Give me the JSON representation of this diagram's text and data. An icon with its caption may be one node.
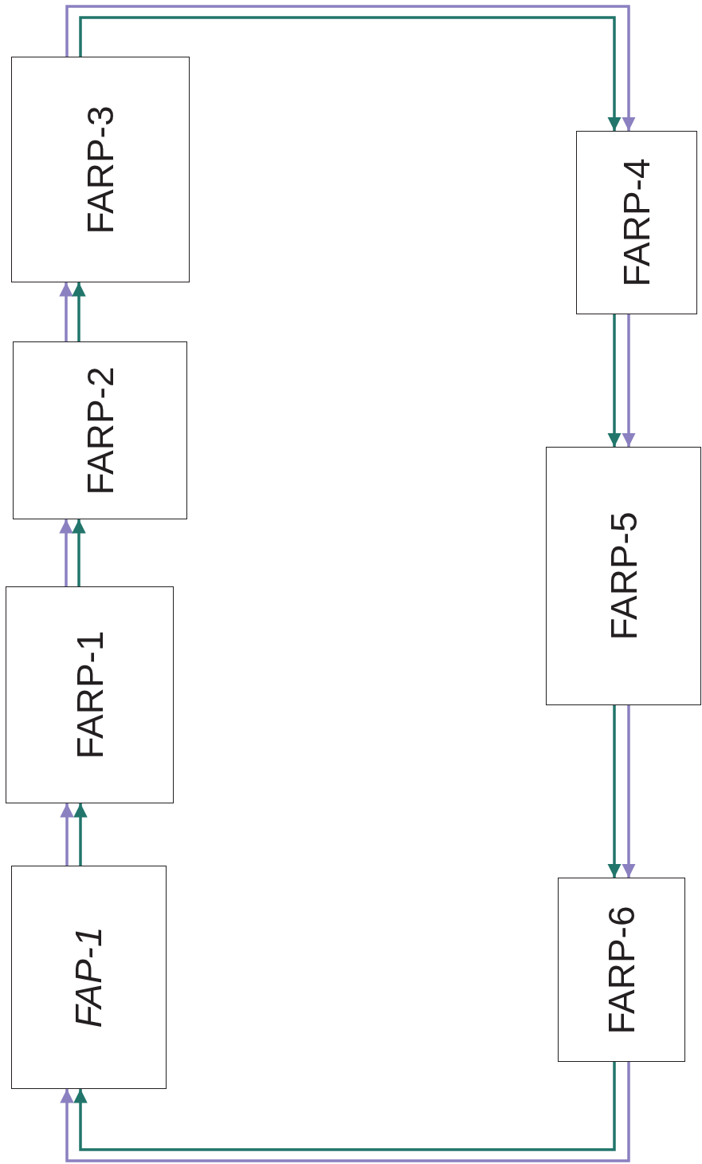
{
  "diagram": {
    "nodes": [
      {
        "text": [
          "FAP-1"
        ]
      },
      {
        "text": [
          "FARP-1"
        ]
      },
      {
        "text": [
          "FARP-2"
        ]
      },
      {
        "text": [
          "FARP-3"
        ]
      },
      {
        "text": [
          "FARP-4"
        ]
      },
      {
        "text": [
          "FARP-5"
        ]
      },
      {
        "text": [
          "FARP-6"
        ]
      }
    ],
    "edges": [
      {
        "from": 0,
        "to": 1,
        "arrow": "to",
        "color": "#8b80c0"
      },
      {
        "from": 0,
        "to": 1,
        "arrow": "to",
        "color": "#22756b"
      },
      {
        "from": 1,
        "to": 2,
        "arrow": "to",
        "color": "#8b80c0"
      },
      {
        "from": 1,
        "to": 2,
        "arrow": "to",
        "color": "#22756b"
      },
      {
        "from": 2,
        "to": 3,
        "arrow": "to",
        "color": "#8b80c0"
      },
      {
        "from": 2,
        "to": 3,
        "arrow": "to",
        "color": "#22756b"
      },
      {
        "from": 3,
        "to": 4,
        "arrow": "to",
        "color": "#8b80c0"
      },
      {
        "from": 3,
        "to": 4,
        "arrow": "to",
        "color": "#22756b"
      },
      {
        "from": 4,
        "to": 5,
        "arrow": "to",
        "color": "#8b80c0"
      },
      {
        "from": 4,
        "to": 5,
        "arrow": "to",
        "color": "#22756b"
      },
      {
        "from": 5,
        "to": 6,
        "arrow": "to",
        "color": "#8b80c0"
      },
      {
        "from": 5,
        "to": 6,
        "arrow": "to",
        "color": "#22756b"
      },
      {
        "from": 6,
        "to": 0,
        "arrow": "to",
        "color": "#8b80c0"
      },
      {
        "from": 6,
        "to": 0,
        "arrow": "to",
        "color": "#22756b"
      }
    ]
  }
}
